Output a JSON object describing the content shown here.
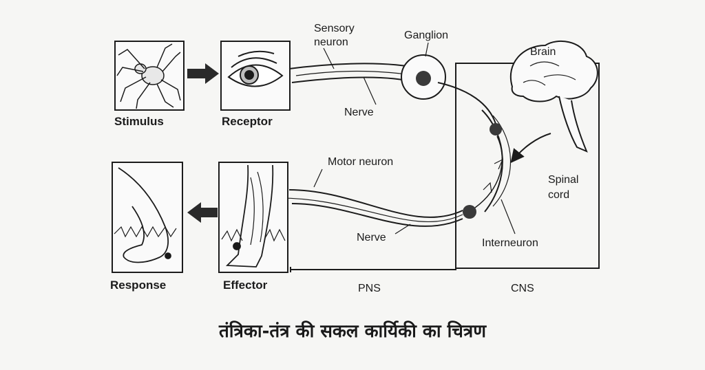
{
  "labels": {
    "stimulus": "Stimulus",
    "receptor": "Receptor",
    "sensory_neuron_line1": "Sensory",
    "sensory_neuron_line2": "neuron",
    "ganglion": "Ganglion",
    "brain": "Brain",
    "nerve_top": "Nerve",
    "spinal_cord_line1": "Spinal",
    "spinal_cord_line2": "cord",
    "motor_neuron": "Motor neuron",
    "nerve_bottom": "Nerve",
    "interneuron": "Interneuron",
    "response": "Response",
    "effector": "Effector",
    "pns": "PNS",
    "cns": "CNS"
  },
  "caption": "तंत्रिका-तंत्र की सकल कार्यिकी का चित्रण",
  "colors": {
    "ink": "#1b1b1b",
    "background": "#f6f6f4"
  }
}
